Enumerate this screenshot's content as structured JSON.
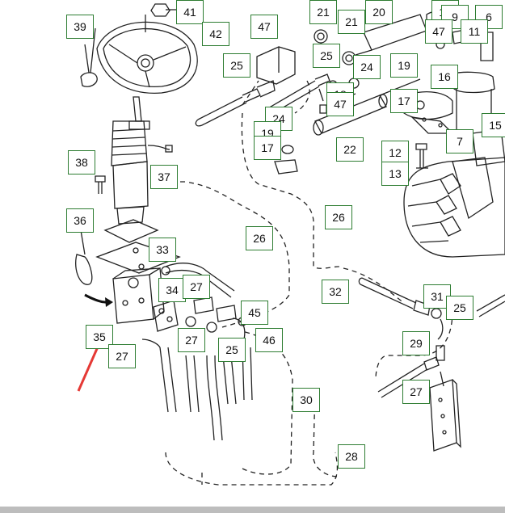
{
  "diagram": {
    "callouts": {
      "n39": "39",
      "n41": "41",
      "n42": "42",
      "n47a": "47",
      "n25a": "25",
      "n21a": "21",
      "n21b": "21",
      "n20": "20",
      "n18a": "18",
      "n9": "9",
      "n6": "6",
      "n47b": "47",
      "n11": "11",
      "n25b": "25",
      "n24a": "24",
      "n19a": "19",
      "n16": "16",
      "n17a": "17",
      "n15": "15",
      "n18b": "18",
      "n47c": "47",
      "n24b": "24",
      "n19b": "19",
      "n17b": "17",
      "n22": "22",
      "n12": "12",
      "n13": "13",
      "n7": "7",
      "n38": "38",
      "n37": "37",
      "n36": "36",
      "n26a": "26",
      "n26b": "26",
      "n33": "33",
      "n34": "34",
      "n27a": "27",
      "n45": "45",
      "n32": "32",
      "n31": "31",
      "n25c": "25",
      "n35": "35",
      "n27b": "27",
      "n27c": "27",
      "n25d": "25",
      "n46": "46",
      "n29": "29",
      "n27d": "27",
      "n30": "30",
      "n28": "28"
    },
    "colors": {
      "callout_border": "#2e7d32",
      "arrow": "#e53935",
      "line": "#222222"
    }
  }
}
